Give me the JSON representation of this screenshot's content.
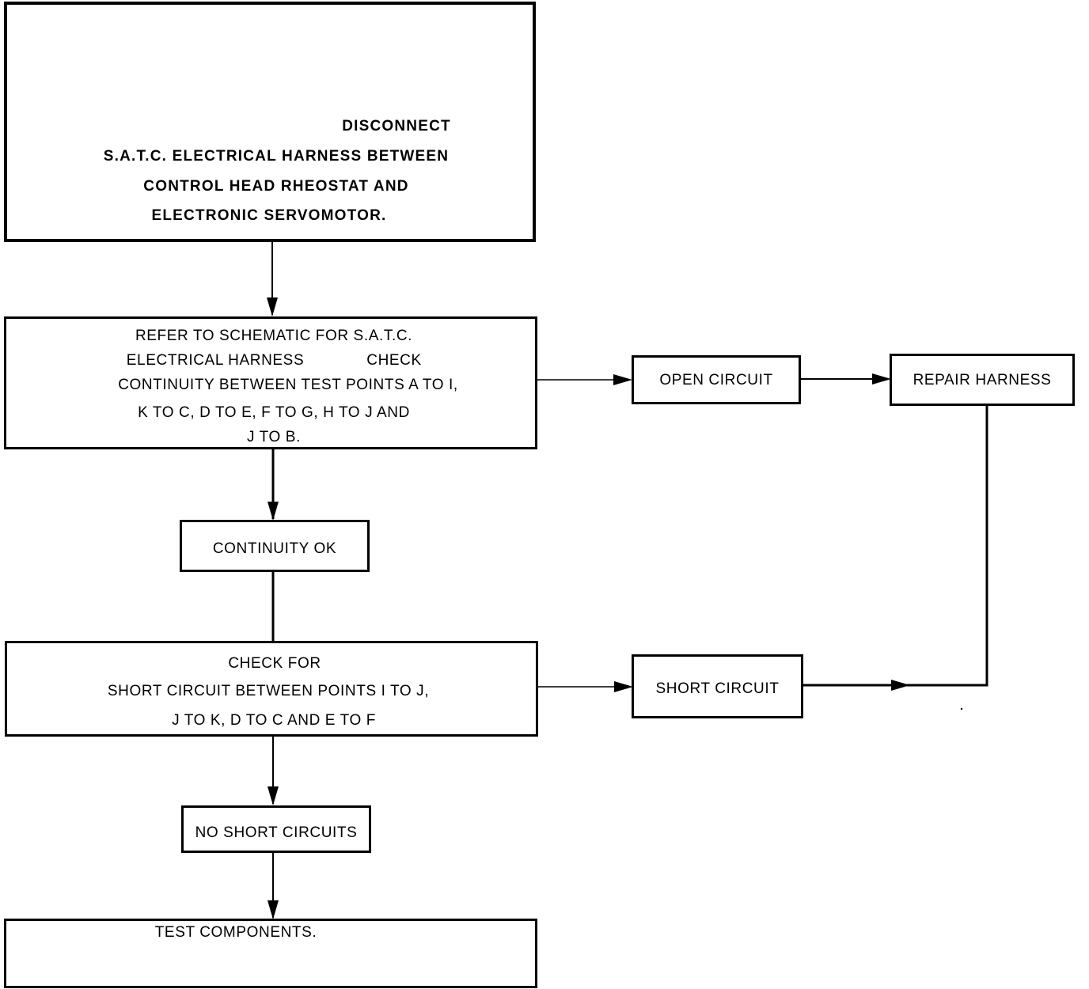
{
  "diagram": {
    "nodes": {
      "disconnect": {
        "lines": [
          "DISCONNECT",
          "S.A.T.C. ELECTRICAL HARNESS BETWEEN",
          "CONTROL HEAD RHEOSTAT AND",
          "ELECTRONIC SERVOMOTOR."
        ]
      },
      "refer_schematic": {
        "lines": [
          "REFER TO SCHEMATIC FOR S.A.T.C.",
          "ELECTRICAL HARNESS",
          "CHECK",
          "CONTINUITY BETWEEN TEST POINTS A TO I,",
          "K TO C, D TO E, F TO G, H TO J AND",
          "J TO B."
        ]
      },
      "open_circuit": {
        "label": "OPEN CIRCUIT"
      },
      "repair_harness": {
        "label": "REPAIR HARNESS"
      },
      "continuity_ok": {
        "label": "CONTINUITY OK"
      },
      "check_short": {
        "lines": [
          "CHECK FOR",
          "SHORT CIRCUIT BETWEEN POINTS I TO J,",
          "J TO K, D TO C AND E TO F"
        ]
      },
      "short_circuit": {
        "label": "SHORT CIRCUIT"
      },
      "no_short": {
        "label": "NO SHORT CIRCUITS"
      },
      "test_components": {
        "label": "TEST COMPONENTS."
      }
    },
    "edges": [
      {
        "from": "disconnect",
        "to": "refer_schematic"
      },
      {
        "from": "refer_schematic",
        "to": "continuity_ok"
      },
      {
        "from": "refer_schematic",
        "to": "open_circuit"
      },
      {
        "from": "open_circuit",
        "to": "repair_harness"
      },
      {
        "from": "continuity_ok",
        "to": "check_short"
      },
      {
        "from": "check_short",
        "to": "short_circuit"
      },
      {
        "from": "short_circuit",
        "to": "repair_harness"
      },
      {
        "from": "check_short",
        "to": "no_short"
      },
      {
        "from": "no_short",
        "to": "test_components"
      }
    ]
  }
}
